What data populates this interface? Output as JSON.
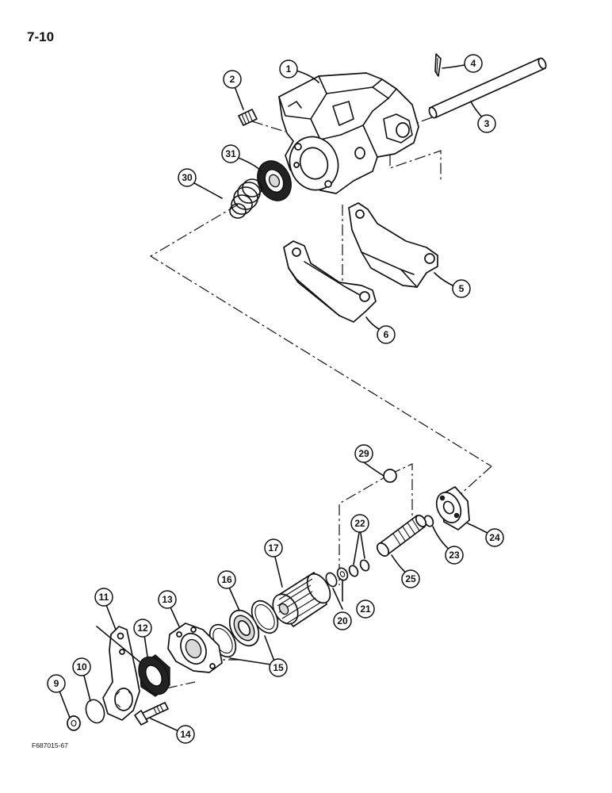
{
  "page_number": "7-10",
  "figure_code": "F687015-67",
  "callouts": {
    "c1": "1",
    "c2": "2",
    "c3": "3",
    "c4": "4",
    "c5": "5",
    "c6": "6",
    "c9": "9",
    "c10": "10",
    "c11": "11",
    "c12": "12",
    "c13": "13",
    "c14": "14",
    "c15": "15",
    "c16": "16",
    "c17": "17",
    "c20": "20",
    "c21": "21",
    "c22": "22",
    "c23": "23",
    "c24": "24",
    "c25": "25",
    "c29": "29",
    "c30": "30",
    "c31": "31"
  }
}
